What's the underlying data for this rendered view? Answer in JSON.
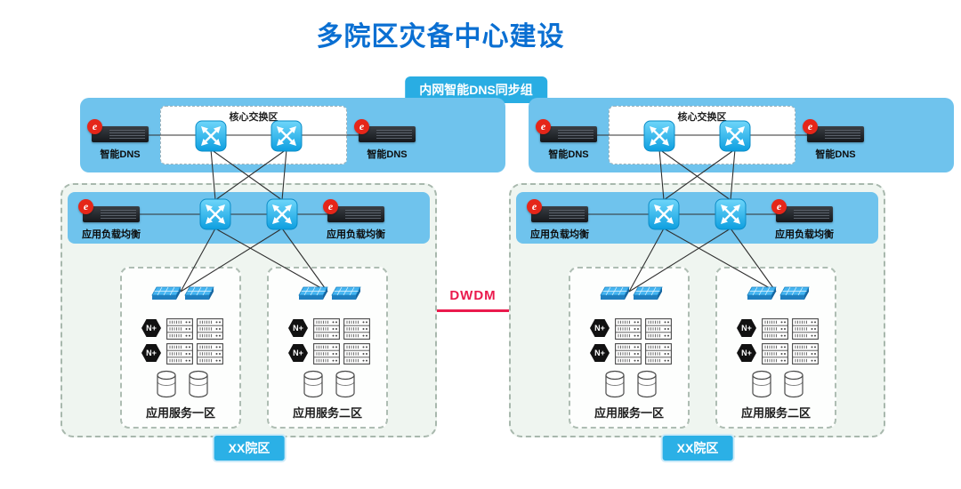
{
  "title": "多院区灾备中心建设",
  "dns_sync_group_label": "内网智能DNS同步组",
  "dwdm_label": "DWDM",
  "colors": {
    "title_blue": "#0a6fd2",
    "band_blue": "#6fc3ed",
    "badge_blue": "#29ade3",
    "dwdm_red": "#ea1a4d",
    "switch_cyan": "#2bb7f0",
    "vendor_logo_red": "#e52619"
  },
  "icons": {
    "vendor_logo_glyph": "e",
    "vendor_logo": "red-e-circle-logo",
    "core_switch": "crossed-arrows-switch-icon",
    "access_switch": "flat-3d-switch-icon",
    "server_rack": "rack-unit-icon",
    "database": "cylinder-database-icon",
    "n_plus": "black-hexagon-badge"
  },
  "campuses": [
    {
      "name": "XX院区",
      "core_zone_label": "核心交换区",
      "dns_label_left": "智能DNS",
      "dns_label_right": "智能DNS",
      "lb_label_left": "应用负载均衡",
      "lb_label_right": "应用负载均衡",
      "zones": [
        {
          "label": "应用服务一区",
          "nplus_badge": "N+"
        },
        {
          "label": "应用服务二区",
          "nplus_badge": "N+"
        }
      ]
    },
    {
      "name": "XX院区",
      "core_zone_label": "核心交换区",
      "dns_label_left": "智能DNS",
      "dns_label_right": "智能DNS",
      "lb_label_left": "应用负载均衡",
      "lb_label_right": "应用负载均衡",
      "zones": [
        {
          "label": "应用服务一区",
          "nplus_badge": "N+"
        },
        {
          "label": "应用服务二区",
          "nplus_badge": "N+"
        }
      ]
    }
  ]
}
